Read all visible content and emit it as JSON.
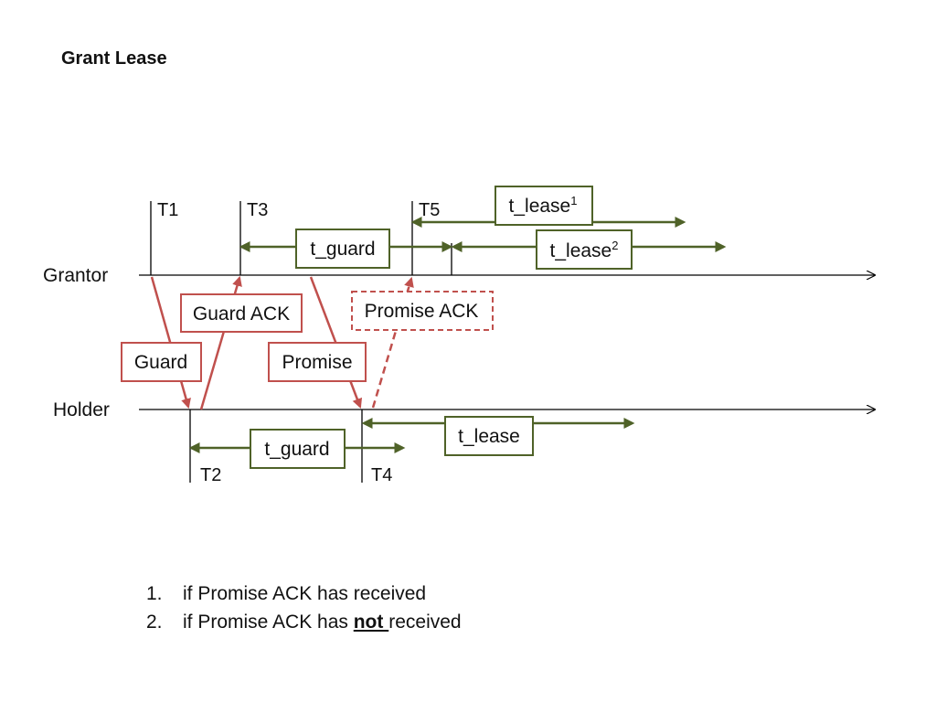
{
  "title": "Grant Lease",
  "colors": {
    "green": "#4f6228",
    "red": "#c0504d",
    "line": "#000000"
  },
  "lines": {
    "grantor": "Grantor",
    "holder": "Holder"
  },
  "times": {
    "t1": "T1",
    "t2": "T2",
    "t3": "T3",
    "t4": "T4",
    "t5": "T5"
  },
  "messages": {
    "guard": "Guard",
    "guard_ack": "Guard ACK",
    "promise": "Promise",
    "promise_ack": "Promise ACK"
  },
  "intervals": {
    "grantor_guard": "t_guard",
    "grantor_lease1": "t_lease",
    "grantor_lease1_sup": "1",
    "grantor_lease2": "t_lease",
    "grantor_lease2_sup": "2",
    "holder_guard": "t_guard",
    "holder_lease": "t_lease"
  },
  "notes": [
    {
      "num": "1.",
      "pre": "if Promise ACK has received",
      "bold": "",
      "post": ""
    },
    {
      "num": "2.",
      "pre": "if Promise ACK has ",
      "bold": "not ",
      "post": "received"
    }
  ]
}
